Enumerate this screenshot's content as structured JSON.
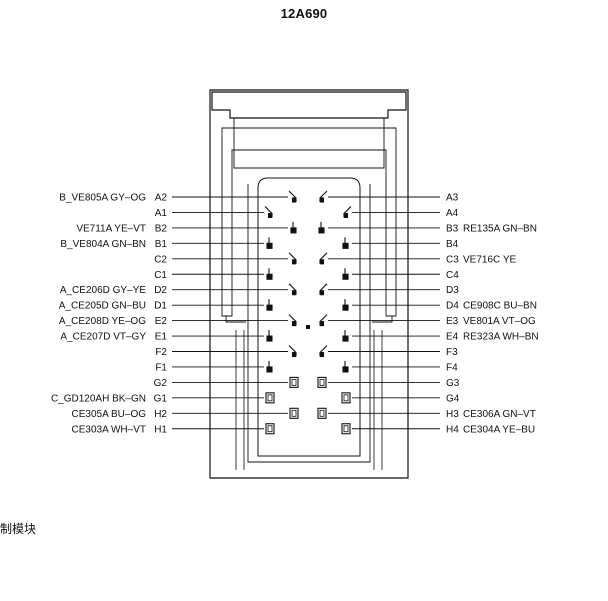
{
  "title": "12A690",
  "footer_caption": "制模块",
  "left_pins": [
    {
      "pin": "A2",
      "label": "B_VE805A GY–OG",
      "connector": "arrow"
    },
    {
      "pin": "A1",
      "label": "",
      "connector": "arrow"
    },
    {
      "pin": "B2",
      "label": "VE711A YE–VT",
      "connector": "pin"
    },
    {
      "pin": "B1",
      "label": "B_VE804A GN–BN",
      "connector": "pin"
    },
    {
      "pin": "C2",
      "label": "",
      "connector": "arrow"
    },
    {
      "pin": "C1",
      "label": "",
      "connector": "pin"
    },
    {
      "pin": "D2",
      "label": "A_CE206D GY–YE",
      "connector": "arrow"
    },
    {
      "pin": "D1",
      "label": "A_CE205D GN–BU",
      "connector": "pin"
    },
    {
      "pin": "E2",
      "label": "A_CE208D YE–OG",
      "connector": "arrow"
    },
    {
      "pin": "E1",
      "label": "A_CE207D VT–GY",
      "connector": "pin"
    },
    {
      "pin": "F2",
      "label": "",
      "connector": "arrow"
    },
    {
      "pin": "F1",
      "label": "",
      "connector": "pin"
    },
    {
      "pin": "G2",
      "label": "",
      "connector": "box"
    },
    {
      "pin": "G1",
      "label": "C_GD120AH BK–GN",
      "connector": "box"
    },
    {
      "pin": "H2",
      "label": "CE305A BU–OG",
      "connector": "box"
    },
    {
      "pin": "H1",
      "label": "CE303A WH–VT",
      "connector": "box"
    }
  ],
  "right_pins": [
    {
      "pin": "A3",
      "label": "",
      "connector": "arrow"
    },
    {
      "pin": "A4",
      "label": "",
      "connector": "arrow"
    },
    {
      "pin": "B3",
      "label": "RE135A GN–BN",
      "connector": "pin"
    },
    {
      "pin": "B4",
      "label": "",
      "connector": "pin"
    },
    {
      "pin": "C3",
      "label": "VE716C YE",
      "connector": "arrow"
    },
    {
      "pin": "C4",
      "label": "",
      "connector": "pin"
    },
    {
      "pin": "D3",
      "label": "",
      "connector": "arrow"
    },
    {
      "pin": "D4",
      "label": "CE908C BU–BN",
      "connector": "pin"
    },
    {
      "pin": "E3",
      "label": "VE801A   VT–OG",
      "connector": "arrow"
    },
    {
      "pin": "E4",
      "label": "RE323A WH–BN",
      "connector": "pin"
    },
    {
      "pin": "F3",
      "label": "",
      "connector": "arrow"
    },
    {
      "pin": "F4",
      "label": "",
      "connector": "pin"
    },
    {
      "pin": "G3",
      "label": "",
      "connector": "box"
    },
    {
      "pin": "G4",
      "label": "",
      "connector": "box"
    },
    {
      "pin": "H3",
      "label": "CE306A GN–VT",
      "connector": "box"
    },
    {
      "pin": "H4",
      "label": "CE304A YE–BU",
      "connector": "box"
    }
  ]
}
